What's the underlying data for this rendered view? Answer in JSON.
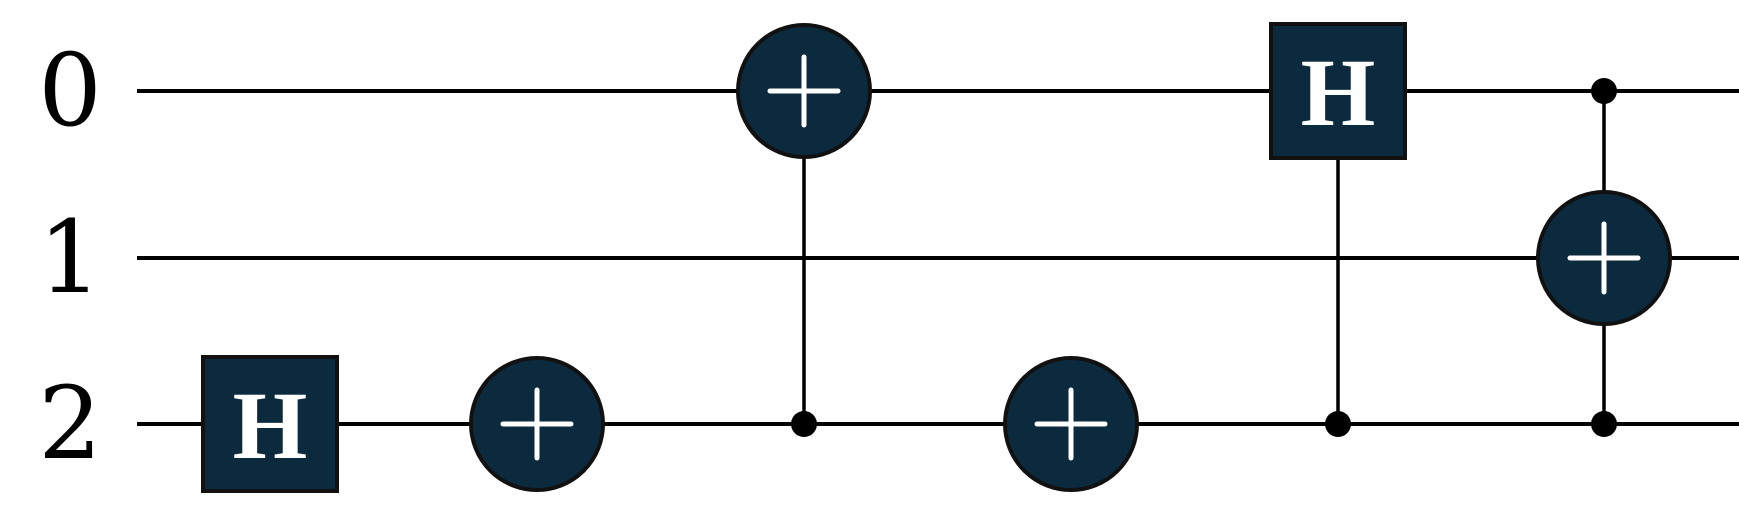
{
  "qubits": [
    {
      "label": "0"
    },
    {
      "label": "1"
    },
    {
      "label": "2"
    }
  ],
  "gates": [
    {
      "type": "H",
      "target": 2,
      "step": 0,
      "label": "H"
    },
    {
      "type": "X",
      "target": 2,
      "step": 1
    },
    {
      "type": "CX",
      "control": 2,
      "target": 0,
      "step": 2
    },
    {
      "type": "X",
      "target": 2,
      "step": 3
    },
    {
      "type": "CH",
      "control": 2,
      "target": 0,
      "step": 4,
      "label": "H"
    },
    {
      "type": "CCX",
      "controls": [
        0,
        2
      ],
      "target": 1,
      "step": 5
    }
  ],
  "colors": {
    "gate_fill": "#0c2a3e",
    "wire": "#000000",
    "gate_symbol": "#ffffff"
  }
}
